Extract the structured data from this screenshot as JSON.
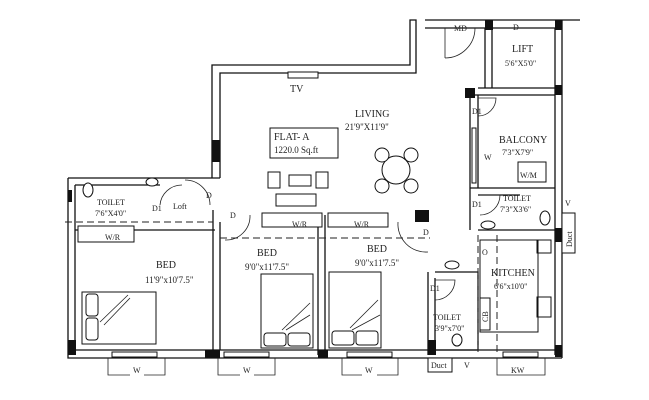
{
  "flat": {
    "name": "FLAT- A",
    "area": "1220.0 Sq.ft"
  },
  "rooms": {
    "living": {
      "name": "LIVING",
      "dim": "21'9\"X11'9\""
    },
    "lift": {
      "name": "LIFT",
      "dim": "5'6\"X5'0\""
    },
    "balcony": {
      "name": "BALCONY",
      "dim": "7'3\"X7'9\""
    },
    "toilet_right": {
      "name": "TOILET",
      "dim": "7'3\"X3'6\""
    },
    "toilet_left": {
      "name": "TOILET",
      "dim": "7'6\"X4'0\""
    },
    "kitchen": {
      "name": "KITCHEN",
      "dim": "6'6\"x10'0\""
    },
    "toilet_small": {
      "name": "TOILET",
      "dim": "3'9\"x7'0\""
    },
    "bed1": {
      "name": "BED",
      "dim": "11'9\"x10'7.5\""
    },
    "bed2": {
      "name": "BED",
      "dim": "9'0\"x11'7.5\""
    },
    "bed3": {
      "name": "BED",
      "dim": "9'0\"x11'7.5\""
    }
  },
  "marks": {
    "tv": "TV",
    "md": "MD",
    "d": "D",
    "d1": "D1",
    "w": "W",
    "wm": "W/M",
    "wr": "W/R",
    "loft": "Loft",
    "v": "V",
    "duct": "Duct",
    "kw": "KW",
    "cb": "CB",
    "o": "O"
  }
}
